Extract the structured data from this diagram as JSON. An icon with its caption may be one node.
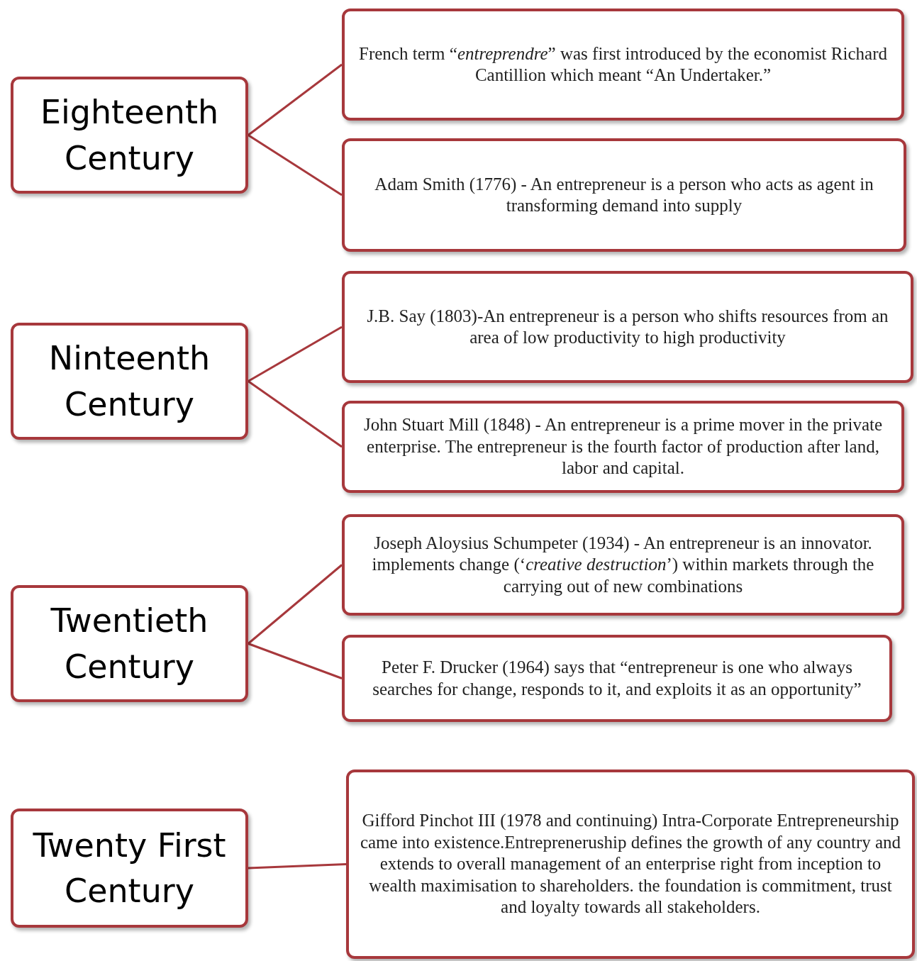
{
  "diagram": {
    "nodes": [
      {
        "text": [
          "Eighteenth Century"
        ]
      },
      {
        "text": [
          "French term “*entreprendre*” was first introduced by the economist Richard Cantillion which meant “An Undertaker.”"
        ]
      },
      {
        "text": [
          "Adam Smith (1776) - An entrepreneur is a person who acts as agent in transforming demand into supply"
        ]
      },
      {
        "text": [
          "Ninteenth Century"
        ]
      },
      {
        "text": [
          "J.B. Say (1803)-An entrepreneur is a person who shifts resources from an area of low productivity to high productivity"
        ]
      },
      {
        "text": [
          "John Stuart Mill  (1848) - An entrepreneur is a prime mover in the private enterprise. The entrepreneur is the fourth factor of production after land, labor and capital."
        ]
      },
      {
        "text": [
          "Twentieth Century"
        ]
      },
      {
        "text": [
          "Joseph Aloysius Schumpeter (1934) - An entrepreneur is an innovator. implements change (‘*creative destruction*’) within markets through the carrying out of new combinations"
        ]
      },
      {
        "text": [
          "Peter F. Drucker (1964) says that “entrepreneur is one who always searches for change, responds to it, and exploits it as an opportunity”"
        ]
      },
      {
        "text": [
          "Twenty First Century"
        ]
      },
      {
        "text": [
          "Gifford Pinchot III (1978 and continuing) Intra-Corporate Entrepreneurship came into existence.Entrepreneruship defines the growth of any country and extends to overall management of an enterprise right from inception to wealth maximisation to shareholders. the foundation is commitment, trust and loyalty towards all stakeholders."
        ]
      }
    ],
    "edges": [
      {
        "from": 0,
        "to": 1,
        "arrow": "none"
      },
      {
        "from": 0,
        "to": 2,
        "arrow": "none"
      },
      {
        "from": 3,
        "to": 4,
        "arrow": "none"
      },
      {
        "from": 3,
        "to": 5,
        "arrow": "none"
      },
      {
        "from": 6,
        "to": 7,
        "arrow": "none"
      },
      {
        "from": 6,
        "to": 8,
        "arrow": "none"
      },
      {
        "from": 9,
        "to": 10,
        "arrow": "none"
      }
    ]
  }
}
